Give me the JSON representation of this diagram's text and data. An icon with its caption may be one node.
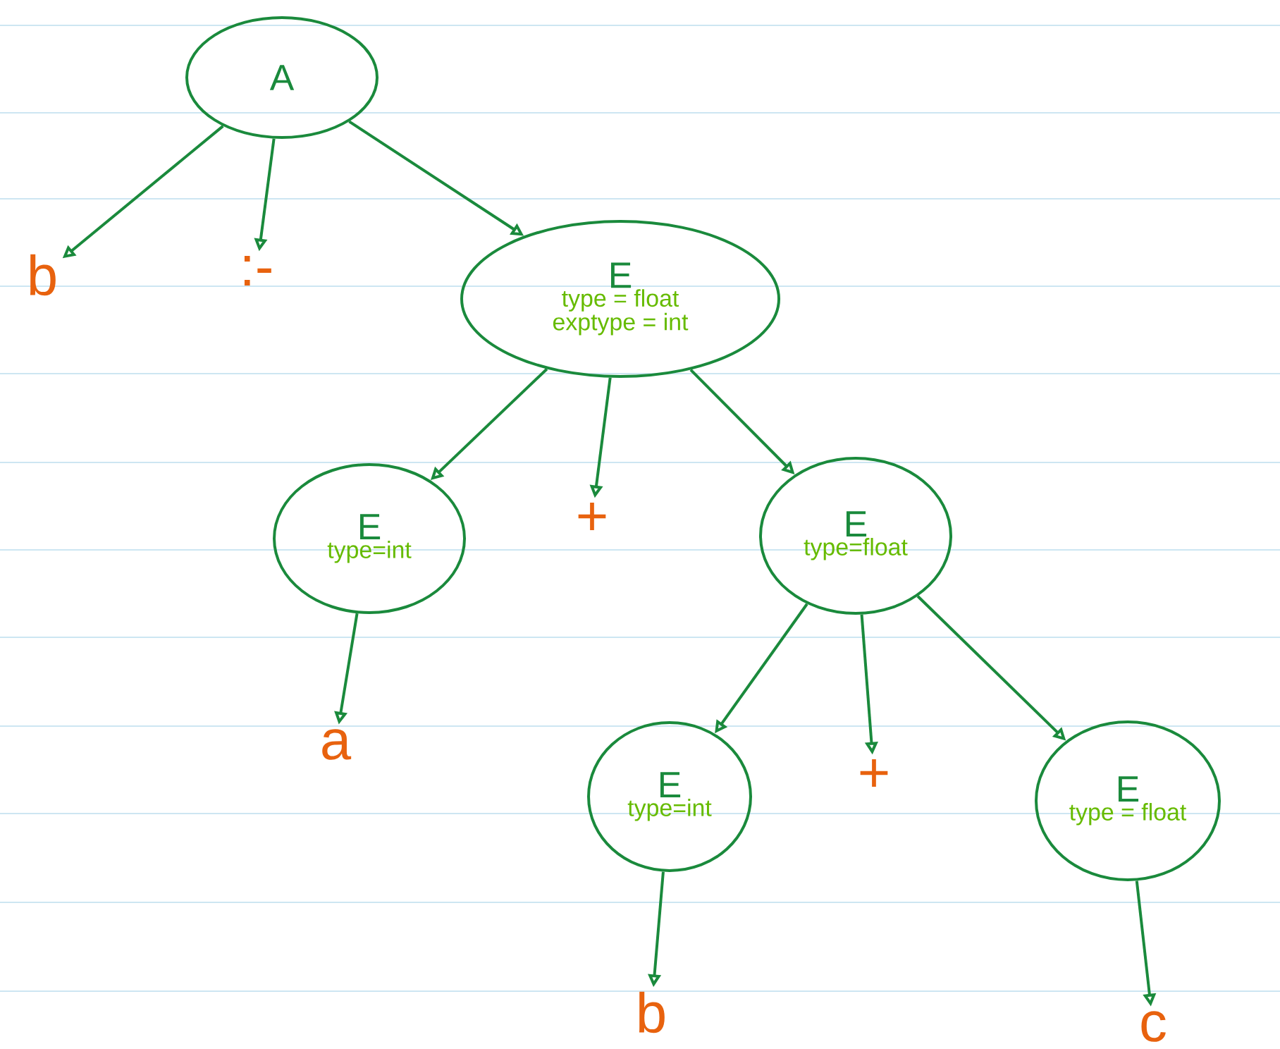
{
  "diagram": {
    "nodes": [
      {
        "text": [
          "A"
        ]
      },
      {
        "text": [
          "b"
        ]
      },
      {
        "text": [
          ":-"
        ]
      },
      {
        "text": [
          "E",
          "type = float",
          "exptype = int"
        ]
      },
      {
        "text": [
          "E",
          "type=int"
        ]
      },
      {
        "text": [
          "+"
        ]
      },
      {
        "text": [
          "E",
          "type=float"
        ]
      },
      {
        "text": [
          "a"
        ]
      },
      {
        "text": [
          "E",
          "type=int"
        ]
      },
      {
        "text": [
          "+"
        ]
      },
      {
        "text": [
          "E",
          "type = float"
        ]
      },
      {
        "text": [
          "b"
        ]
      },
      {
        "text": [
          "c"
        ]
      }
    ],
    "edges": [
      {
        "from": 0,
        "to": 1,
        "arrow": "to"
      },
      {
        "from": 0,
        "to": 2,
        "arrow": "to"
      },
      {
        "from": 0,
        "to": 3,
        "arrow": "to"
      },
      {
        "from": 3,
        "to": 4,
        "arrow": "to"
      },
      {
        "from": 3,
        "to": 5,
        "arrow": "to"
      },
      {
        "from": 3,
        "to": 6,
        "arrow": "to"
      },
      {
        "from": 4,
        "to": 7,
        "arrow": "to"
      },
      {
        "from": 6,
        "to": 8,
        "arrow": "to"
      },
      {
        "from": 6,
        "to": 9,
        "arrow": "to"
      },
      {
        "from": 6,
        "to": 10,
        "arrow": "to"
      },
      {
        "from": 8,
        "to": 11,
        "arrow": "to"
      },
      {
        "from": 10,
        "to": 12,
        "arrow": "to"
      }
    ]
  }
}
